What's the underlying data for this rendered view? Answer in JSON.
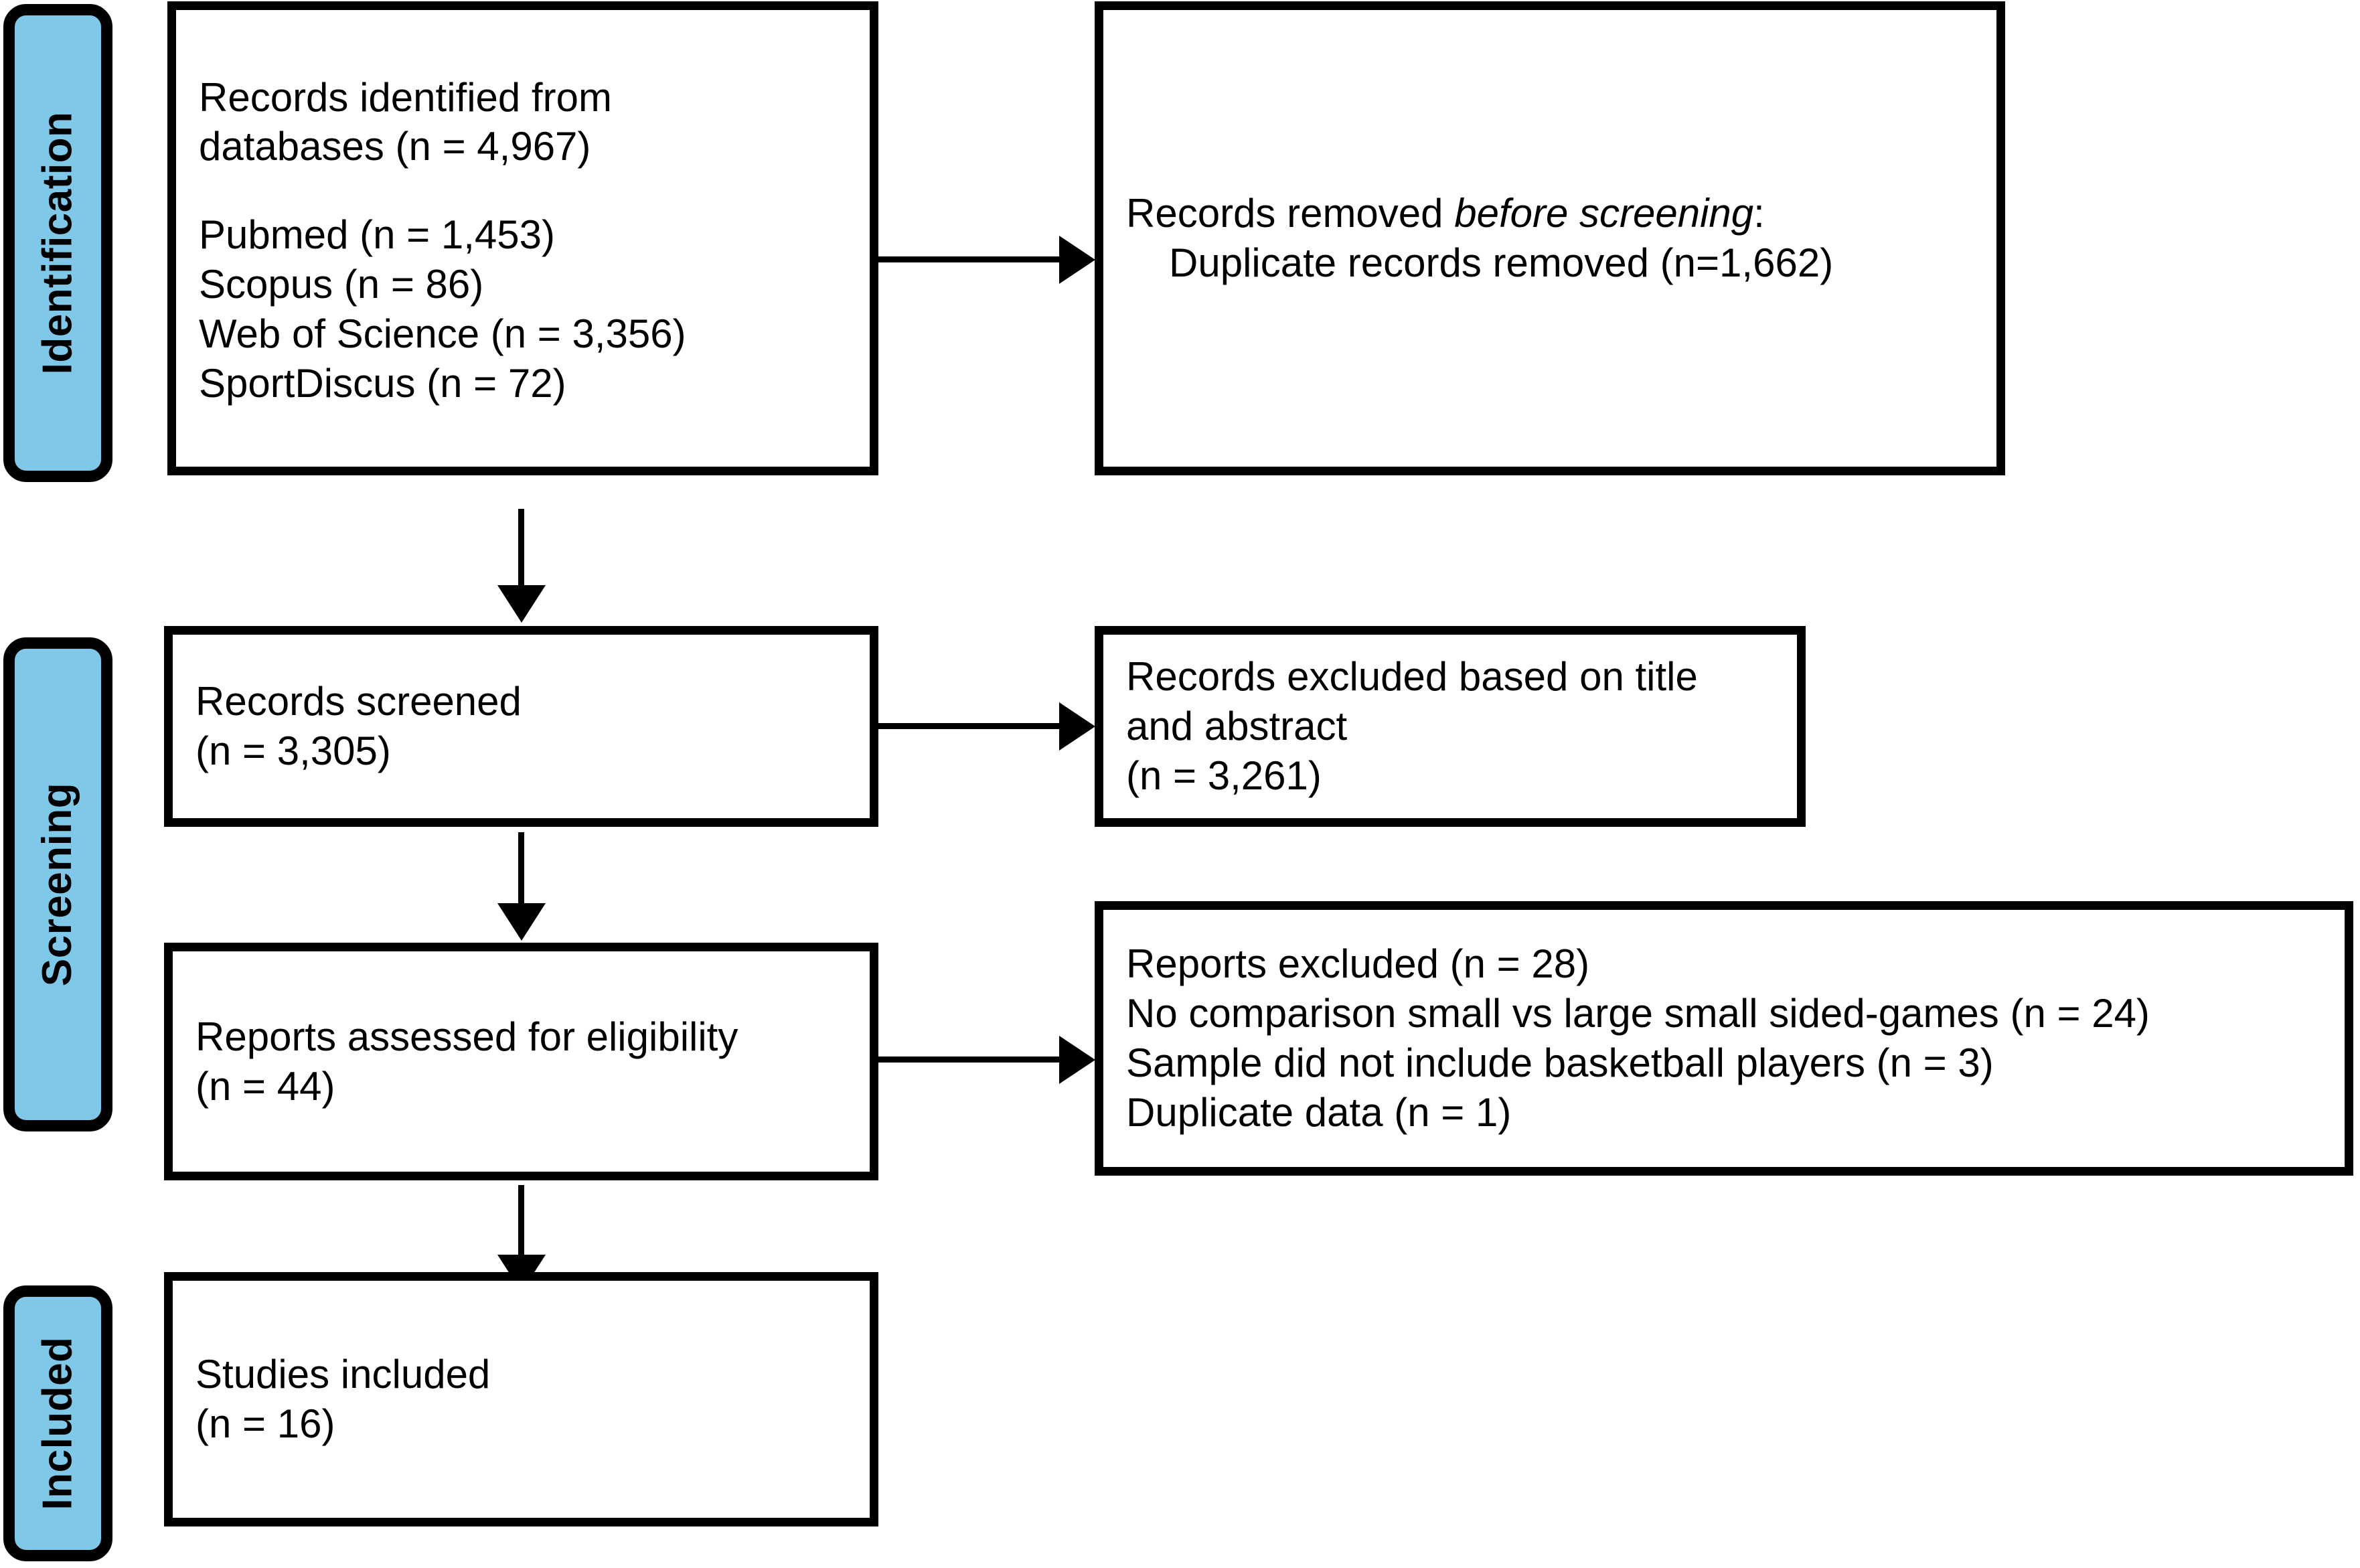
{
  "diagram": {
    "title": "PRISMA flow diagram",
    "accent_color": "#7FC8E8",
    "line_color": "#000000",
    "background_color": "#FFFFFF"
  },
  "stages": [
    {
      "id": "identification",
      "label": "Identification"
    },
    {
      "id": "screening",
      "label": "Screening"
    },
    {
      "id": "included",
      "label": "Included"
    }
  ],
  "nodes": {
    "records_identified": {
      "lines": [
        "Records identified from",
        "databases (n = 4,967)",
        "",
        "Pubmed (n = 1,453)",
        "Scopus (n = 86)",
        "Web of Science (n = 3,356)",
        "SportDiscus (n = 72)"
      ]
    },
    "records_removed": {
      "line1_prefix": "Records removed ",
      "line1_italic": "before screening",
      "line1_suffix": ":",
      "line2": "Duplicate records removed (n=1,662)"
    },
    "records_screened": {
      "lines": [
        "Records screened",
        "(n = 3,305)"
      ]
    },
    "records_excluded": {
      "lines": [
        "Records excluded based on title",
        "and abstract",
        "(n = 3,261)"
      ]
    },
    "reports_assessed": {
      "lines": [
        "Reports assessed for eligibility",
        "(n = 44)"
      ]
    },
    "reports_excluded": {
      "lines": [
        "Reports excluded (n = 28)",
        "No comparison small vs large small sided-games (n = 24)",
        "Sample did not include basketball players (n = 3)",
        "Duplicate data (n = 1)"
      ]
    },
    "studies_included": {
      "lines": [
        "Studies included",
        "(n = 16)"
      ]
    }
  },
  "chart_data": {
    "type": "diagram",
    "title": "PRISMA 2020 flow diagram",
    "stages": [
      "Identification",
      "Screening",
      "Included"
    ],
    "counts": {
      "records_identified_total": 4967,
      "pubmed": 1453,
      "scopus": 86,
      "web_of_science": 3356,
      "sportdiscus": 72,
      "duplicates_removed": 1662,
      "records_screened": 3305,
      "records_excluded_title_abstract": 3261,
      "reports_assessed": 44,
      "reports_excluded_total": 28,
      "excluded_no_comparison_small_vs_large": 24,
      "excluded_not_basketball_players": 3,
      "excluded_duplicate_data": 1,
      "studies_included": 16
    }
  }
}
